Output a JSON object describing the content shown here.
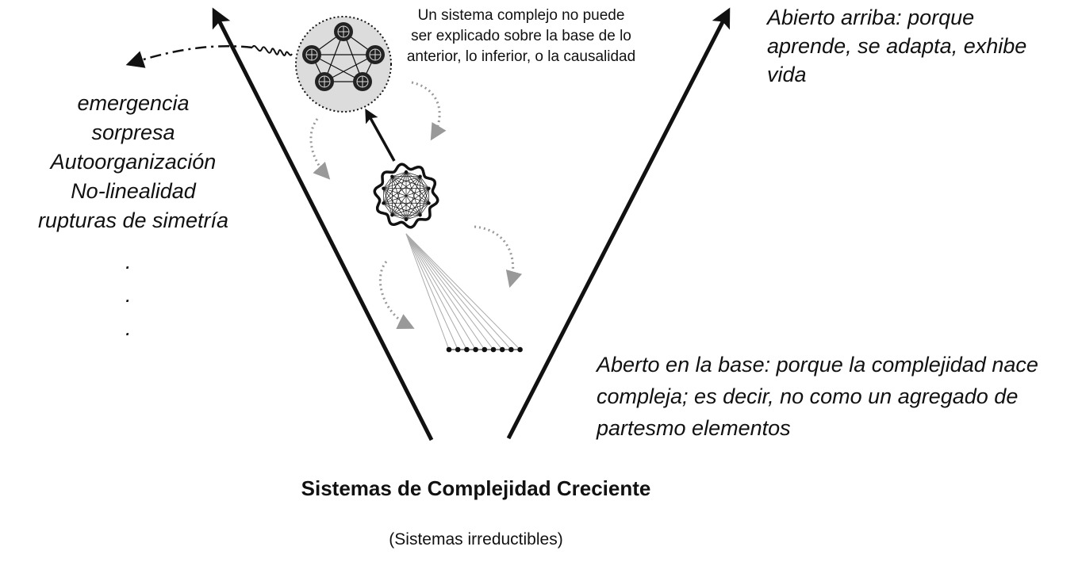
{
  "callout_text": "Un sistema complejo no puede ser explicado sobre la base de lo anterior, lo inferior, o la causalidad",
  "properties": [
    "emergencia",
    "sorpresa",
    "Autoorganización",
    "No-linealidad",
    "rupturas de simetría"
  ],
  "ellipsis": [
    ".",
    ".",
    "."
  ],
  "open_top_text": "Abierto arriba: porque aprende, se adapta, exhibe vida",
  "open_base_text": "Aberto en la base: porque la complejidad nace compleja; es decir, no como un agregado de partesmo elementos",
  "title": "Sistemas de Complejidad Creciente",
  "subtitle": "(Sistemas irreductibles)",
  "colors": {
    "ink": "#111111",
    "dotted_arrow": "#999999",
    "circle_fill": "#dcdcdc",
    "thin_line": "#aaaaaa"
  },
  "icons": [
    "arrow-up-icon",
    "dashed-curve-arrow-icon",
    "dotted-curve-arrow-icon",
    "network-icon"
  ]
}
